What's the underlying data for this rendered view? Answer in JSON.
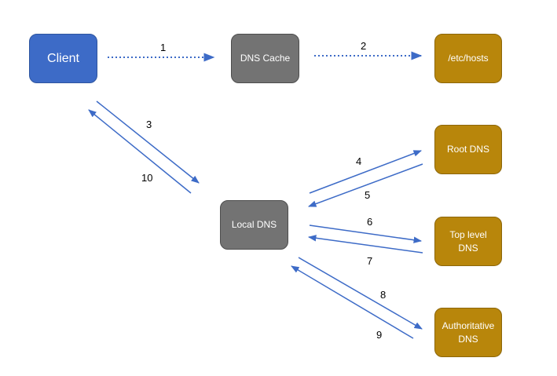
{
  "colors": {
    "client": "#3d6bc7",
    "client_border": "#2e559f",
    "cache": "#737373",
    "cache_border": "#4d4d4d",
    "external": "#b8860b",
    "external_border": "#8c6609",
    "edge": "#3d6bc7"
  },
  "nodes": {
    "client": {
      "lines": [
        "Client"
      ]
    },
    "dns_cache": {
      "lines": [
        "DNS Cache"
      ]
    },
    "etc_hosts": {
      "lines": [
        "/etc/hosts"
      ]
    },
    "root_dns": {
      "lines": [
        "Root DNS"
      ]
    },
    "local_dns": {
      "lines": [
        "Local DNS"
      ]
    },
    "tld_dns": {
      "lines": [
        "Top level",
        "DNS"
      ]
    },
    "auth_dns": {
      "lines": [
        "Authoritative",
        "DNS"
      ]
    }
  },
  "steps": [
    "1",
    "2",
    "3",
    "4",
    "5",
    "6",
    "7",
    "8",
    "9",
    "10"
  ]
}
